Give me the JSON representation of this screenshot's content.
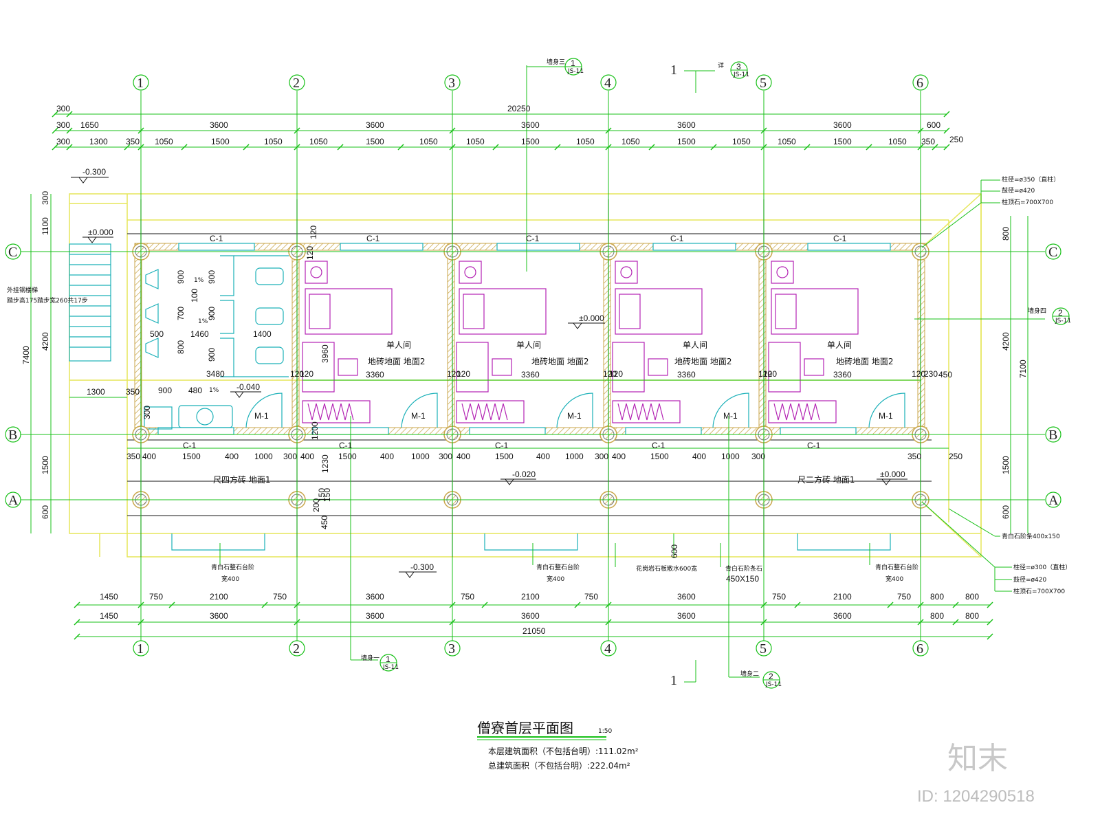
{
  "axes": {
    "numbers": [
      "1",
      "2",
      "3",
      "4",
      "5",
      "6"
    ],
    "letters": [
      "C",
      "B",
      "A"
    ]
  },
  "dims": {
    "top_total": "20250",
    "top_row2": [
      "300",
      "1650",
      "3600",
      "3600",
      "3600",
      "3600",
      "3600",
      "600"
    ],
    "top_row3": [
      "300",
      "1300",
      "350",
      "1050",
      "1500",
      "1050",
      "1050",
      "1500",
      "1050",
      "1050",
      "1500",
      "1050",
      "1050",
      "1500",
      "1050",
      "1050",
      "1500",
      "1050",
      "350",
      "250"
    ],
    "top_left": "300",
    "bot_row1": [
      "1450",
      "750",
      "2100",
      "750",
      "3600",
      "750",
      "2100",
      "750",
      "3600",
      "750",
      "2100",
      "750",
      "800",
      "800"
    ],
    "bot_row2": [
      "1450",
      "3600",
      "3600",
      "3600",
      "3600",
      "3600",
      "800",
      "800"
    ],
    "bot_total": "21050",
    "left_outer": [
      "300",
      "1100",
      "4200",
      "1500",
      "600"
    ],
    "left_total": "7400",
    "right_outer": [
      "800",
      "4200",
      "1500",
      "600"
    ],
    "right_total": "7100",
    "rooms": [
      "3360",
      "3360",
      "3360",
      "3360"
    ],
    "mid_row": [
      "350",
      "400",
      "1500",
      "400",
      "1000",
      "300",
      "400",
      "1500",
      "400",
      "1000",
      "300",
      "400",
      "1500",
      "400",
      "1000",
      "300",
      "400",
      "1500",
      "400",
      "1000",
      "300",
      "350",
      "250"
    ],
    "misc": [
      "120",
      "120",
      "120",
      "120",
      "120",
      "120",
      "120",
      "120",
      "120",
      "120",
      "120",
      "230",
      "450",
      "3960",
      "1230",
      "1200",
      "1300",
      "350",
      "900",
      "480",
      "300",
      "500",
      "1460",
      "1400",
      "3480",
      "900",
      "700",
      "800",
      "100",
      "900",
      "900",
      "900",
      "200",
      "150",
      "150",
      "450",
      "600"
    ]
  },
  "labels": {
    "windows": [
      "C-1",
      "C-1",
      "C-1",
      "C-1",
      "C-1",
      "C-1",
      "C-1",
      "C-1",
      "C-1",
      "C-1"
    ],
    "doors": [
      "M-1",
      "M-1",
      "M-1",
      "M-1",
      "M-1"
    ],
    "rooms": [
      "单人间",
      "单人间",
      "单人间",
      "单人间"
    ],
    "floor2": [
      "地砖地面  地面2",
      "地砖地面  地面2",
      "地砖地面  地面2",
      "地砖地面  地面2"
    ],
    "floor_left": "尺四方砖  地面1",
    "floor_right": "尺二方砖  地面1",
    "levels": [
      "-0.300",
      "±0.000",
      "±0.000",
      "-0.040",
      "-0.020",
      "±0.000",
      "-0.300"
    ],
    "stair_note1": "外挂钢楼梯",
    "stair_note2": "踏步高175踏步宽260共17步",
    "col_note_top": [
      "柱径=ø350（直柱）",
      "鼓径=ø420",
      "柱顶石=700X700"
    ],
    "col_note_bot": [
      "柱径=ø300（直柱）",
      "鼓径=ø420",
      "柱顶石=700X700"
    ],
    "step_note": "青白石阶条400x150",
    "step1": [
      "青白石整石台阶",
      "宽400"
    ],
    "step2": [
      "青白石整石台阶",
      "宽400"
    ],
    "step3": [
      "青白石整石台阶",
      "宽400"
    ],
    "granite": "花岗岩石板散水600宽",
    "curb": [
      "青白石阶条石",
      "450X150"
    ],
    "walls": [
      "墙身三",
      "墙身四",
      "墙身一",
      "墙身二"
    ],
    "detail_nums": [
      "1",
      "2",
      "1",
      "2",
      "3"
    ],
    "detail_sheet": "JS-11",
    "detail_pre": "详",
    "section": [
      "1",
      "1"
    ],
    "slope": [
      "1%",
      "1%",
      "1%"
    ]
  },
  "title": {
    "main": "僧寮首层平面图",
    "scale": "1:50",
    "area1": "本层建筑面积（不包括台明）:111.02m²",
    "area2": "总建筑面积（不包括台明）:222.04m²"
  },
  "watermark": {
    "logo": "知末",
    "id": "ID: 1204290518"
  },
  "colors": {
    "green": "#17c017",
    "yellow": "#e6e65a",
    "magenta": "#b322b3",
    "cyan": "#1ab0b8",
    "hatch": "#c9a64a"
  }
}
